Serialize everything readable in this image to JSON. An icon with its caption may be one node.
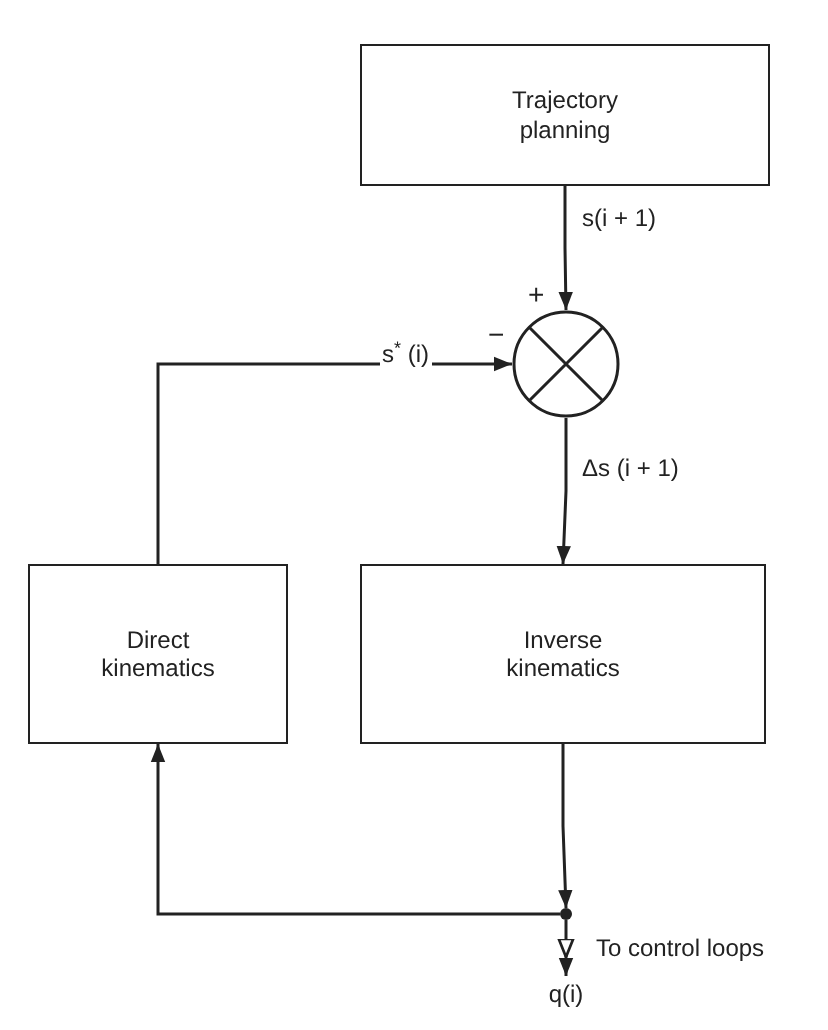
{
  "diagram": {
    "nodes": [
      {
        "text": [
          "Trajectory planning"
        ]
      },
      {
        "text": [],
        "shape": "circle"
      },
      {
        "text": [
          "Direct kinematics"
        ]
      },
      {
        "text": [
          "Inverse kinematics"
        ]
      },
      {
        "text": [],
        "shape": "circle"
      },
      {
        "text": [
          "q(i)"
        ],
        "beside": [
          "To control loops"
        ]
      }
    ],
    "edges": [
      {
        "from": 0,
        "to": 1,
        "arrow": "to",
        "label": "s(i + 1)"
      },
      {
        "from": 1,
        "to": 3,
        "arrow": "to",
        "label": "Δs (i + 1)"
      },
      {
        "from": 3,
        "to": 4,
        "arrow": "to"
      },
      {
        "from": 4,
        "to": 2,
        "arrow": "to"
      },
      {
        "from": 2,
        "to": 1,
        "arrow": "to",
        "label": "s$^{*}$ (i)"
      },
      {
        "from": 4,
        "to": 5,
        "arrow": "to"
      }
    ],
    "labels": [
      "+",
      "−"
    ]
  }
}
